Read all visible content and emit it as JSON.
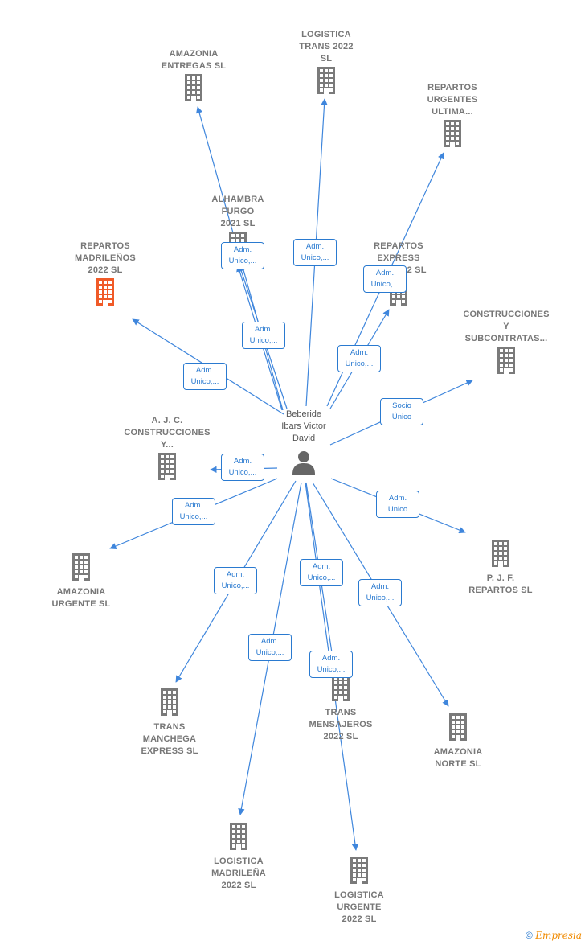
{
  "colors": {
    "edge": "#3f86dc",
    "building": "#7a7a7a",
    "highlight": "#f05a28",
    "person": "#666666"
  },
  "center": {
    "name_lines": [
      "Beberide",
      "Ibars Victor",
      "David"
    ],
    "icon": "person-icon"
  },
  "companies": [
    {
      "id": "amazonia-entregas",
      "lines": [
        "AMAZONIA",
        "ENTREGAS  SL"
      ],
      "label_pos": "above"
    },
    {
      "id": "logistica-trans",
      "lines": [
        "LOGISTICA",
        "TRANS 2022",
        "SL"
      ],
      "label_pos": "above"
    },
    {
      "id": "repartos-urgentes",
      "lines": [
        "REPARTOS",
        "URGENTES",
        "ULTIMA..."
      ],
      "label_pos": "above"
    },
    {
      "id": "alhambra-furgo",
      "lines": [
        "ALHAMBRA",
        "FURGO",
        "2021  SL"
      ],
      "label_pos": "above"
    },
    {
      "id": "repartos-madrilenos",
      "lines": [
        "REPARTOS",
        "MADRILEÑOS",
        "2022  SL"
      ],
      "label_pos": "above",
      "highlight": true
    },
    {
      "id": "repartos-express",
      "lines": [
        "REPARTOS",
        "EXPRESS",
        "VRP 2022  SL"
      ],
      "label_pos": "above"
    },
    {
      "id": "construcciones-y-subcontratas",
      "lines": [
        "CONSTRUCCIONES",
        "Y",
        "SUBCONTRATAS..."
      ],
      "label_pos": "above"
    },
    {
      "id": "aj-construcciones",
      "lines": [
        "A.  J.  C.",
        "CONSTRUCCIONES",
        "Y..."
      ],
      "label_pos": "above"
    },
    {
      "id": "amazonia-urgente",
      "lines": [
        "AMAZONIA",
        "URGENTE  SL"
      ],
      "label_pos": "below"
    },
    {
      "id": "pjf-repartos",
      "lines": [
        "P.  J.  F.",
        "REPARTOS  SL"
      ],
      "label_pos": "below"
    },
    {
      "id": "trans-manchega",
      "lines": [
        "TRANS",
        "MANCHEGA",
        "EXPRESS  SL"
      ],
      "label_pos": "below"
    },
    {
      "id": "trans-mensajeros",
      "lines": [
        "TRANS",
        "MENSAJEROS",
        "2022  SL"
      ],
      "label_pos": "below"
    },
    {
      "id": "amazonia-norte",
      "lines": [
        "AMAZONIA",
        "NORTE  SL"
      ],
      "label_pos": "below"
    },
    {
      "id": "logistica-madrilena",
      "lines": [
        "LOGISTICA",
        "MADRILEÑA",
        "2022  SL"
      ],
      "label_pos": "below"
    },
    {
      "id": "logistica-urgente",
      "lines": [
        "LOGISTICA",
        "URGENTE",
        "2022  SL"
      ],
      "label_pos": "below"
    }
  ],
  "edges": [
    {
      "target": "amazonia-entregas",
      "label_lines": [
        "Adm.",
        "Unico,..."
      ]
    },
    {
      "target": "logistica-trans",
      "label_lines": [
        "Adm.",
        "Unico,..."
      ]
    },
    {
      "target": "repartos-urgentes",
      "label_lines": [
        "Adm.",
        "Unico,..."
      ]
    },
    {
      "target": "alhambra-furgo",
      "label_lines": [
        "Adm.",
        "Unico,..."
      ]
    },
    {
      "target": "repartos-madrilenos",
      "label_lines": [
        "Adm.",
        "Unico,..."
      ]
    },
    {
      "target": "repartos-express",
      "label_lines": [
        "Adm.",
        "Unico,..."
      ]
    },
    {
      "target": "construcciones-y-subcontratas",
      "label_lines": [
        "Socio",
        "Único"
      ]
    },
    {
      "target": "aj-construcciones",
      "label_lines": [
        "Adm.",
        "Unico,..."
      ]
    },
    {
      "target": "amazonia-urgente",
      "label_lines": [
        "Adm.",
        "Unico,..."
      ]
    },
    {
      "target": "pjf-repartos",
      "label_lines": [
        "Adm.",
        "Unico"
      ]
    },
    {
      "target": "trans-manchega",
      "label_lines": [
        "Adm.",
        "Unico,..."
      ]
    },
    {
      "target": "trans-mensajeros",
      "label_lines": [
        "Adm.",
        "Unico,..."
      ]
    },
    {
      "target": "amazonia-norte",
      "label_lines": [
        "Adm.",
        "Unico,..."
      ]
    },
    {
      "target": "logistica-madrilena",
      "label_lines": [
        "Adm.",
        "Unico,..."
      ]
    },
    {
      "target": "logistica-urgente",
      "label_lines": [
        "Adm.",
        "Unico,..."
      ]
    }
  ],
  "footer": {
    "copyright": "©",
    "brand": "Empresia"
  }
}
